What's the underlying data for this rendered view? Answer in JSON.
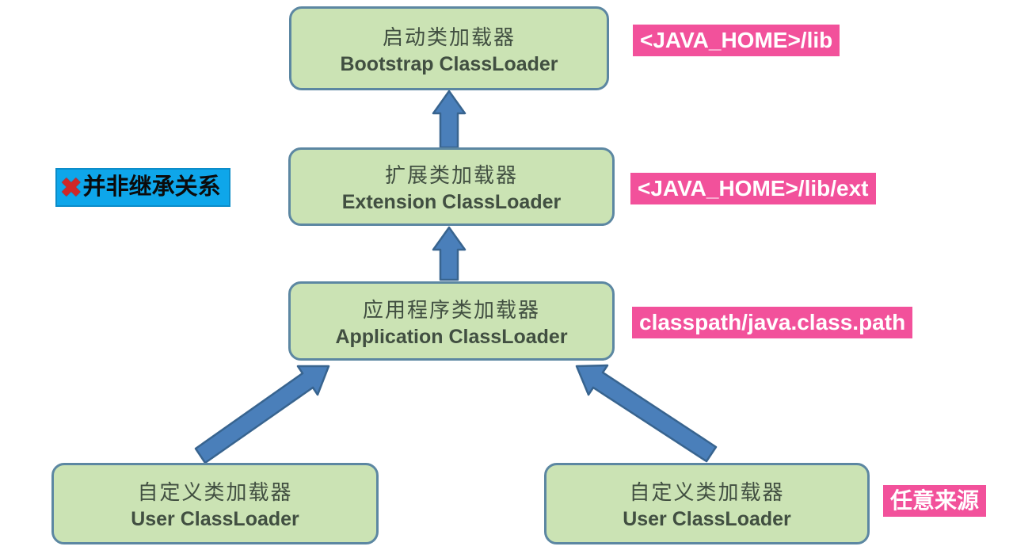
{
  "diagram": {
    "title": "Java ClassLoader hierarchy",
    "nodes": {
      "bootstrap": {
        "zh": "启动类加载器",
        "en": "Bootstrap ClassLoader",
        "path_label": "<JAVA_HOME>/lib"
      },
      "extension": {
        "zh": "扩展类加载器",
        "en": "Extension ClassLoader",
        "path_label": "<JAVA_HOME>/lib/ext"
      },
      "application": {
        "zh": "应用程序类加载器",
        "en": "Application ClassLoader",
        "path_label": "classpath/java.class.path"
      },
      "user_left": {
        "zh": "自定义类加载器",
        "en": "User ClassLoader"
      },
      "user_right": {
        "zh": "自定义类加载器",
        "en": "User ClassLoader",
        "path_label": "任意来源"
      }
    },
    "annotation": {
      "icon": "✖",
      "text": "并非继承关系"
    },
    "colors": {
      "background": "#ffffff",
      "node_fill": "#cbe3b4",
      "node_border": "#5c87a2",
      "node_text": "#414f41",
      "path_label_bg": "#f2519b",
      "path_label_text": "#ffffff",
      "annotation_bg": "#0ea6ea",
      "annotation_border": "#0b8cc9",
      "annotation_text": "#0b0b0b",
      "annotation_icon": "#cf2727",
      "arrow_fill": "#4a7fba",
      "arrow_border": "#38648f"
    }
  }
}
